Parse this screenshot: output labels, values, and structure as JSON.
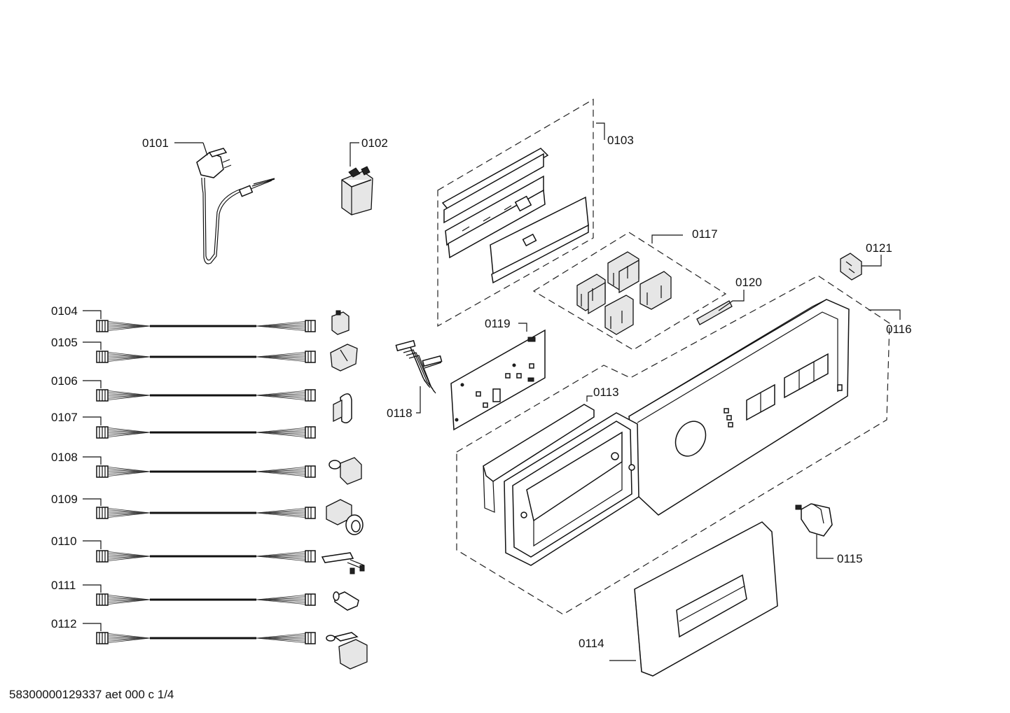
{
  "labels": {
    "p0101": "0101",
    "p0102": "0102",
    "p0103": "0103",
    "p0104": "0104",
    "p0105": "0105",
    "p0106": "0106",
    "p0107": "0107",
    "p0108": "0108",
    "p0109": "0109",
    "p0110": "0110",
    "p0111": "0111",
    "p0112": "0112",
    "p0113": "0113",
    "p0114": "0114",
    "p0115": "0115",
    "p0116": "0116",
    "p0117": "0117",
    "p0118": "0118",
    "p0119": "0119",
    "p0120": "0120",
    "p0121": "0121"
  },
  "footer": "58300000129337 aet 000 c 1/4"
}
